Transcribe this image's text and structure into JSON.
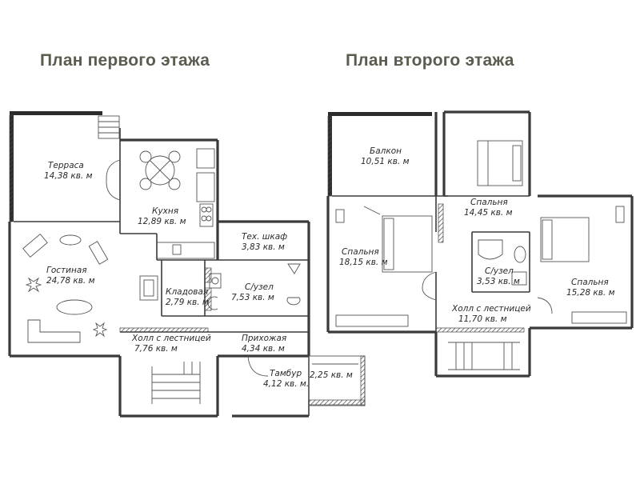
{
  "titles": {
    "first_floor": "План первого этажа",
    "second_floor": "План второго этажа"
  },
  "rooms": {
    "terrace": {
      "name": "Терраса",
      "area": "14,38 кв. м"
    },
    "kitchen": {
      "name": "Кухня",
      "area": "12,89 кв. м"
    },
    "living": {
      "name": "Гостиная",
      "area": "24,78 кв. м"
    },
    "tech": {
      "name": "Тех. шкаф",
      "area": "3,83 кв. м"
    },
    "pantry": {
      "name": "Кладовая",
      "area": "2,79 кв. м"
    },
    "bath1": {
      "name": "С/узел",
      "area": "7,53 кв. м"
    },
    "hall1": {
      "name": "Холл с лестницей",
      "area": "7,76 кв. м"
    },
    "entry": {
      "name": "Прихожая",
      "area": "4,34 кв. м"
    },
    "vestibule": {
      "name": "Тамбур",
      "area": "4,12 кв. м."
    },
    "porch": {
      "area": "2,25 кв. м"
    },
    "balcony": {
      "name": "Балкон",
      "area": "10,51 кв. м"
    },
    "bed_top": {
      "name": "Спальня",
      "area": "14,45 кв. м"
    },
    "bed_left": {
      "name": "Спальня",
      "area": "18,15 кв. м"
    },
    "bath2": {
      "name": "С/узел",
      "area": "3,53 кв. м"
    },
    "bed_right": {
      "name": "Спальня",
      "area": "15,28 кв. м"
    },
    "hall2": {
      "name": "Холл с лестницей",
      "area": "11,70 кв. м"
    }
  },
  "colors": {
    "title": "#5b5b4f",
    "wall": "#3a3a3a"
  }
}
